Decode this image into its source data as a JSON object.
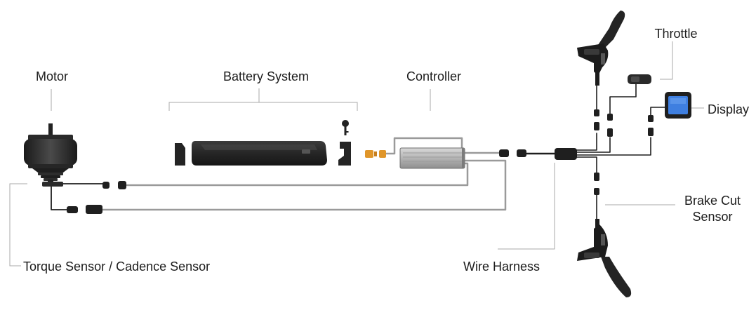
{
  "diagram": {
    "labels": {
      "motor": "Motor",
      "battery_system": "Battery System",
      "controller": "Controller",
      "throttle": "Throttle",
      "display": "Display",
      "brake_cut_sensor_line1": "Brake Cut",
      "brake_cut_sensor_line2": "Sensor",
      "wire_harness": "Wire Harness",
      "torque_cadence_sensor": "Torque Sensor / Cadence Sensor"
    },
    "colors": {
      "text": "#1c1c1c",
      "leader_line": "#a9a9a9",
      "cable": "#9a9a9a",
      "component_dark": "#2a2a2a",
      "controller_body": "#bdbdbd",
      "connector_orange": "#e0962a",
      "display_screen": "#3f7fe0"
    },
    "icons": [
      "motor-icon",
      "battery-icon",
      "battery-mount-icon",
      "key-icon",
      "controller-icon",
      "brake-lever-icon",
      "throttle-icon",
      "display-icon",
      "sensor-icon"
    ]
  }
}
